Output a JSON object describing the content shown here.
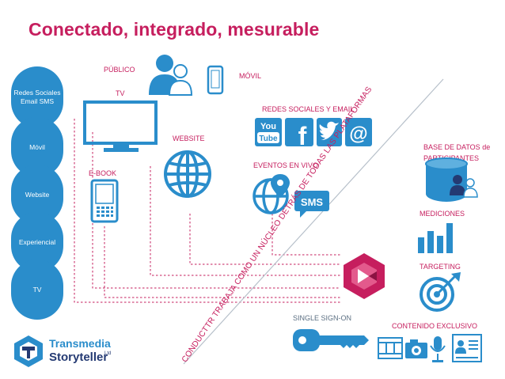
{
  "title": "Conectado, integrado, mesurable",
  "channels": [
    "Redes Sociales Email SMS",
    "Móvil",
    "Website",
    "Experiencial",
    "TV"
  ],
  "labels": {
    "publico": "PÚBLICO",
    "tv": "TV",
    "movil": "MÓVIL",
    "redes_email": "REDES SOCIALES Y EMAIL",
    "website": "WEBSITE",
    "ebook": "E-BOOK",
    "eventos": "EVENTOS EN VIVO",
    "base_datos": "BASE DE DATOS de PARTICIPANTES",
    "mediciones": "MEDICIONES",
    "targeting": "TARGETING",
    "sso": "SINGLE SIGN-ON",
    "contenido": "CONTENIDO EXCLUSIVO",
    "sms_icon_text": "SMS",
    "youtube_you": "You",
    "youtube_tube": "Tube",
    "facebook_f": "f",
    "at_sign": "@"
  },
  "diagonal_text": "CONDUCTTR TRABAJA COMO UN NÚCLEO DETRÁS DE TODAS LAS PLATAFORMAS",
  "logo": {
    "line1": "Transmedia",
    "line2": "Storyteller",
    "suffix": "Ltd"
  },
  "colors": {
    "accent": "#c61e5e",
    "blue": "#2a8dcb",
    "navy": "#243a73",
    "label": "#5b6f82"
  }
}
